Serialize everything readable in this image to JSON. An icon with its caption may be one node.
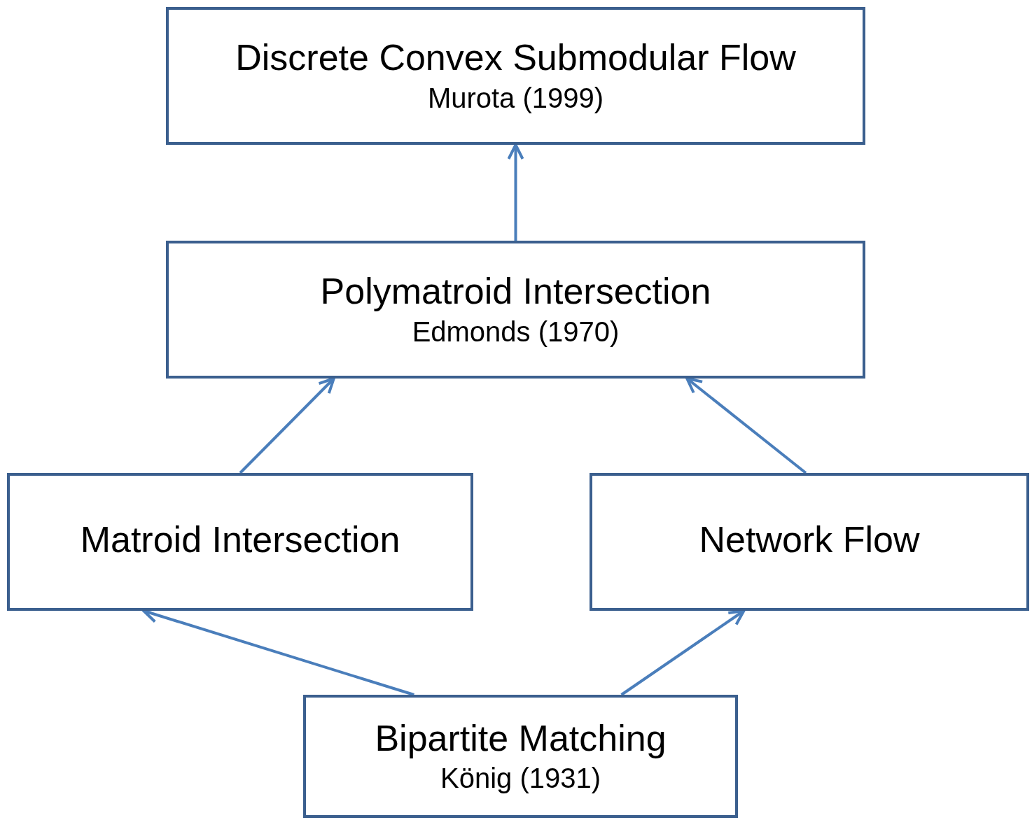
{
  "diagram": {
    "nodes": [
      {
        "text": [
          "Discrete Convex Submodular Flow",
          "Murota  (1999)"
        ]
      },
      {
        "text": [
          "Polymatroid Intersection",
          "Edmonds (1970)"
        ]
      },
      {
        "text": [
          "Matroid Intersection"
        ]
      },
      {
        "text": [
          "Network Flow"
        ]
      },
      {
        "text": [
          "Bipartite Matching",
          "König (1931)"
        ]
      }
    ],
    "edges": [
      {
        "from": 1,
        "to": 0,
        "arrow": "to"
      },
      {
        "from": 2,
        "to": 1,
        "arrow": "to"
      },
      {
        "from": 3,
        "to": 1,
        "arrow": "to"
      },
      {
        "from": 4,
        "to": 2,
        "arrow": "to"
      },
      {
        "from": 4,
        "to": 3,
        "arrow": "to"
      }
    ]
  }
}
